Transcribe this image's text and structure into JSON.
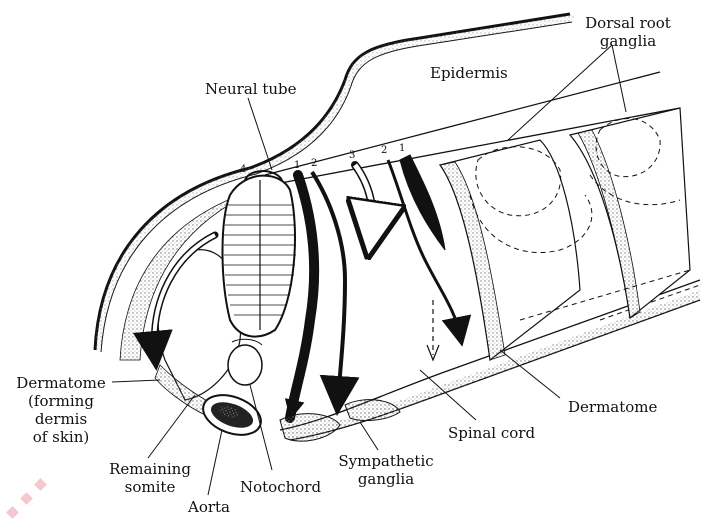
{
  "labels": {
    "dorsal_root_ganglia": "Dorsal root\nganglia",
    "epidermis": "Epidermis",
    "neural_tube": "Neural tube",
    "dermatome_left": "Dermatome\n(forming dermis\nof skin)",
    "remaining_somite": "Remaining\nsomite",
    "aorta": "Aorta",
    "notochord": "Notochord",
    "sympathetic_ganglia": "Sympathetic\nganglia",
    "spinal_cord": "Spinal cord",
    "dermatome_right": "Dermatome"
  },
  "pathway_numbers": [
    "4",
    "1",
    "2",
    "3",
    "2",
    "1"
  ],
  "colors": {
    "ink": "#111111",
    "stipple": "#9a9a9a",
    "watermark": "#f3c8cf"
  }
}
